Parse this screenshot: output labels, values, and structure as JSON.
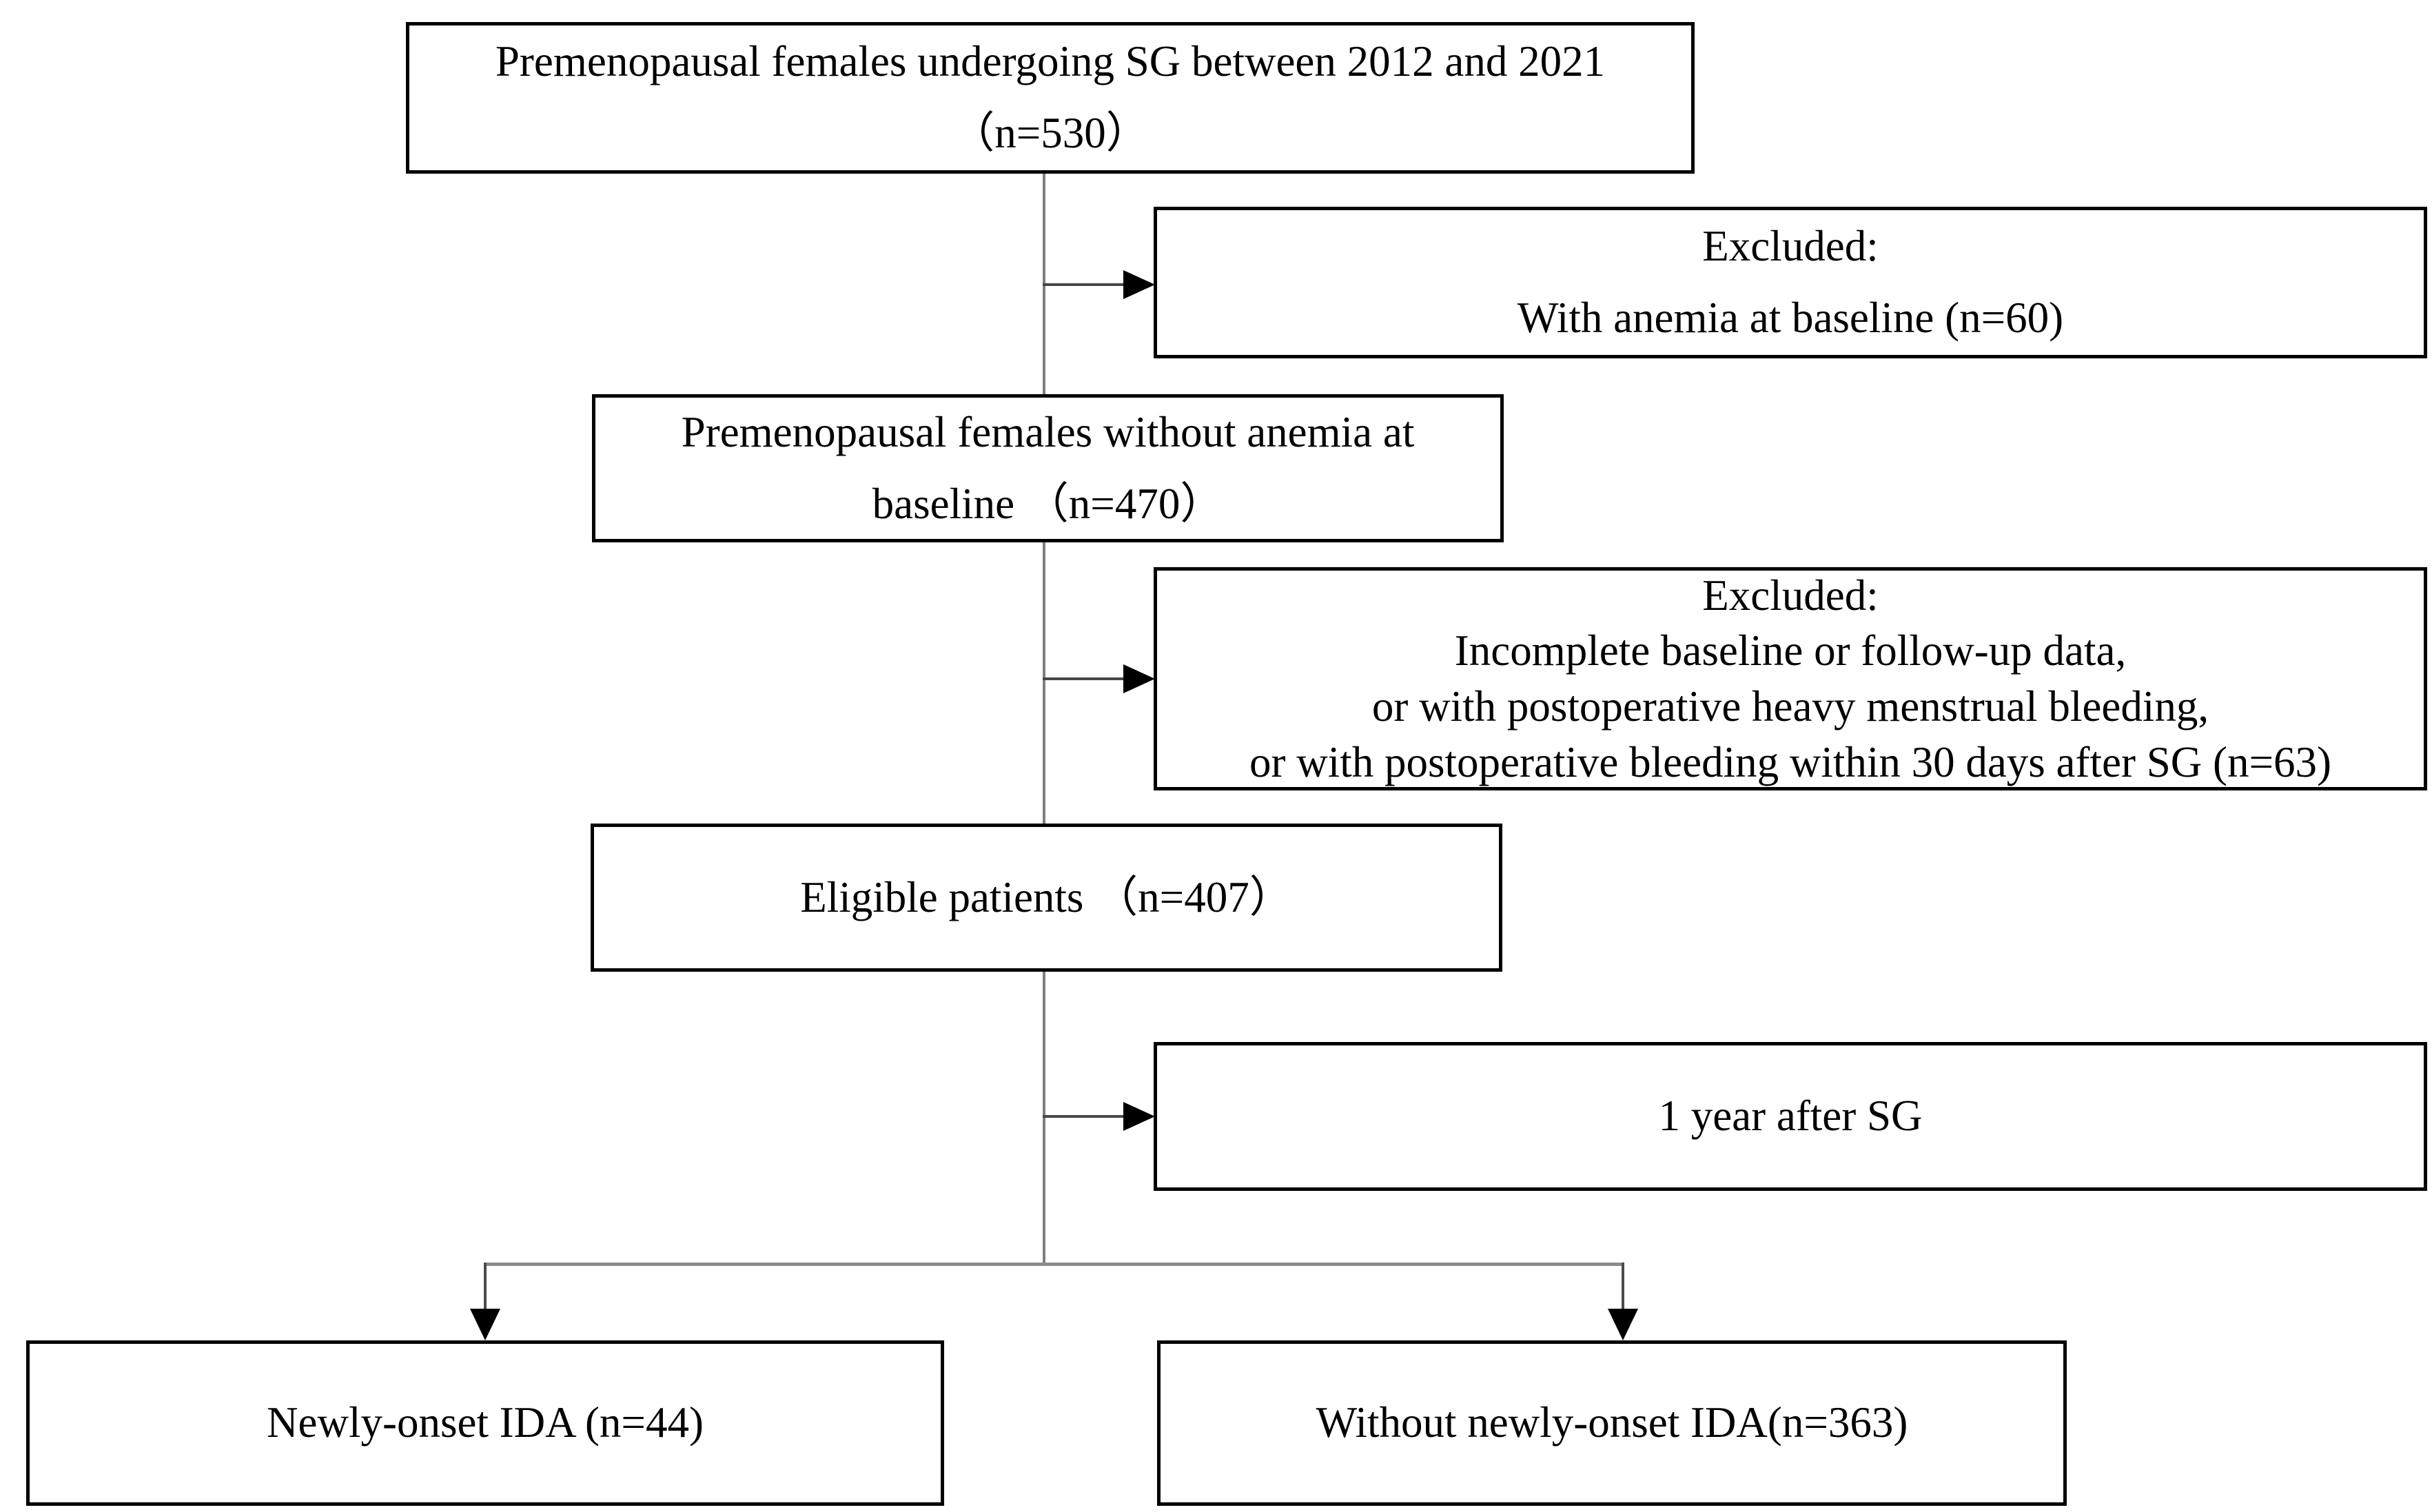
{
  "colors": {
    "background": "#ffffff",
    "box_border": "#000000",
    "text": "#000000",
    "connector_line": "#7f7f7f",
    "arrow": "#000000"
  },
  "boxes": {
    "top": {
      "lines": [
        "Premenopausal females undergoing SG between 2012 and 2021",
        "（n=530）"
      ]
    },
    "excluded1": {
      "lines": [
        "Excluded:",
        "With anemia at baseline (n=60)"
      ]
    },
    "no_anemia": {
      "lines": [
        "Premenopausal females without anemia at",
        "baseline （n=470）"
      ]
    },
    "excluded2": {
      "lines": [
        "Excluded:",
        "Incomplete baseline or follow-up data,",
        "or with postoperative heavy menstrual bleeding,",
        "or with postoperative bleeding within 30 days after SG (n=63)"
      ]
    },
    "eligible": {
      "lines": [
        "Eligible patients （n=407）"
      ]
    },
    "one_year": {
      "lines": [
        "1 year after SG"
      ]
    },
    "ida": {
      "lines": [
        "Newly-onset IDA (n=44)"
      ]
    },
    "no_ida": {
      "lines": [
        "Without newly-onset IDA(n=363)"
      ]
    }
  }
}
